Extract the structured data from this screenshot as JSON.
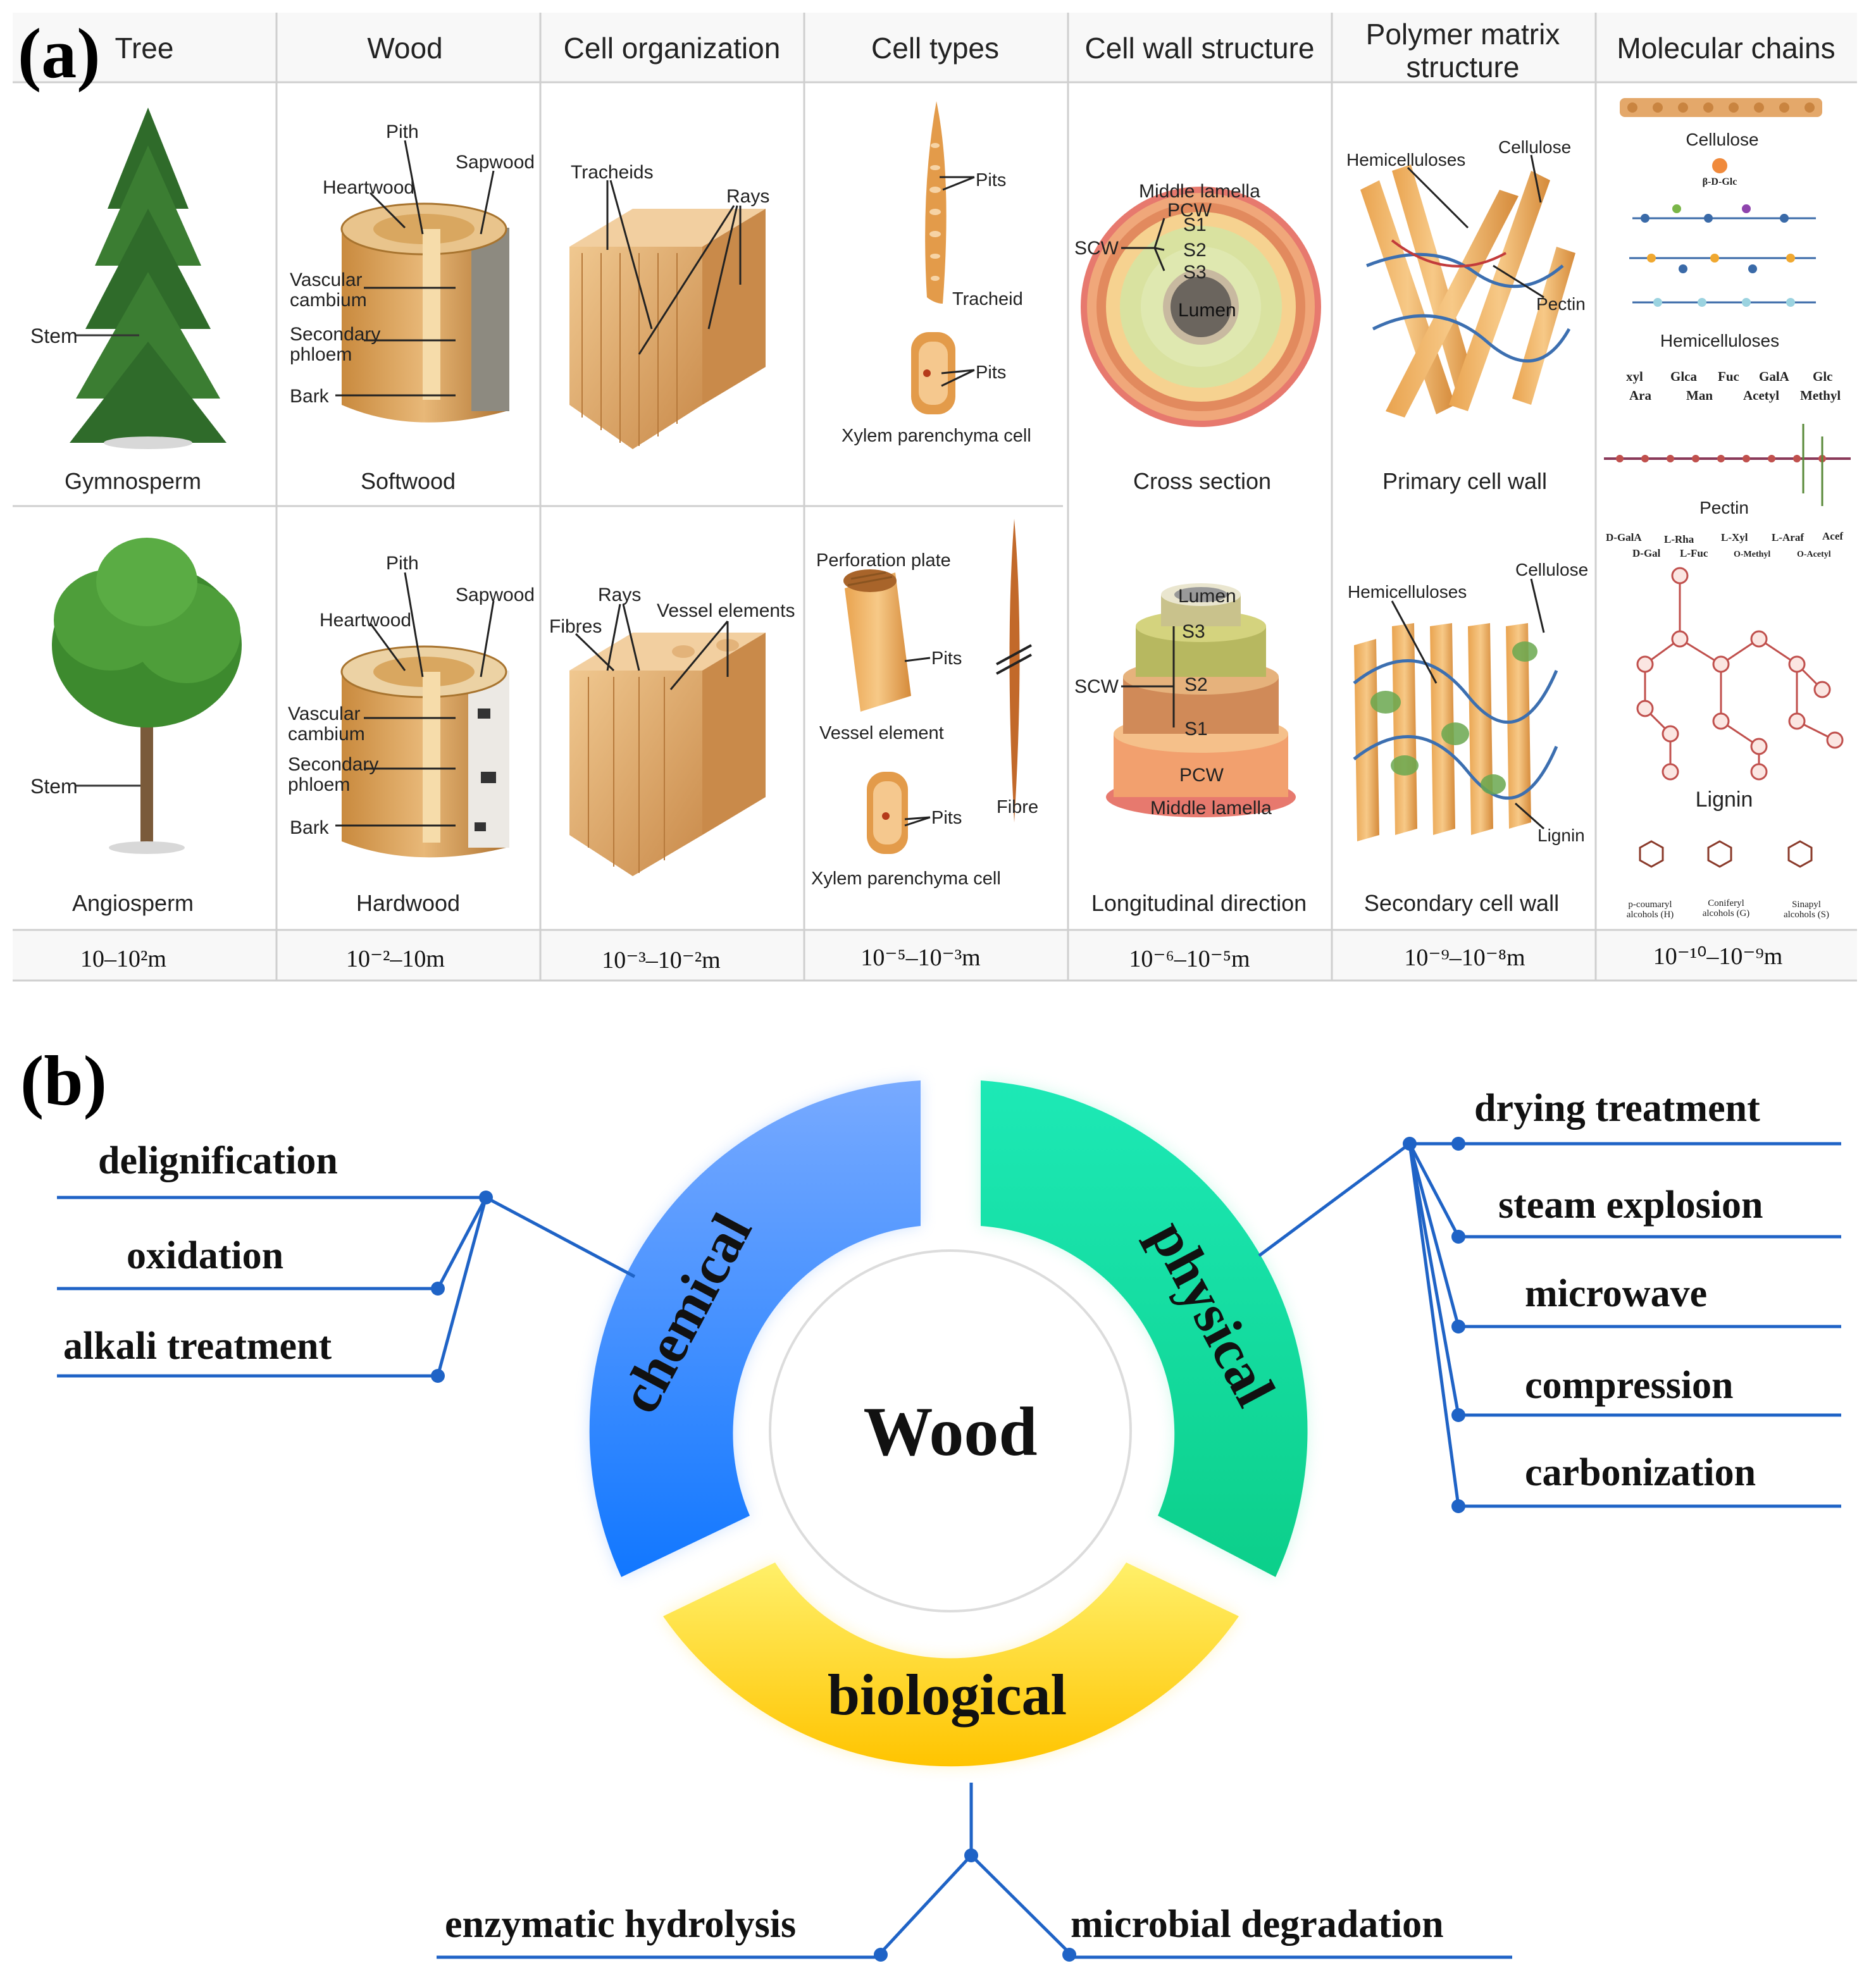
{
  "panel_a": {
    "label": "(a)",
    "columns": [
      {
        "header": "Tree",
        "top_caption": "Gymnosperm",
        "bottom_caption": "Angiosperm",
        "scale": "10–10²m"
      },
      {
        "header": "Wood",
        "top_caption": "Softwood",
        "bottom_caption": "Hardwood",
        "scale": "10⁻²–10m"
      },
      {
        "header": "Cell organization",
        "scale": "10⁻³–10⁻²m"
      },
      {
        "header": "Cell types",
        "scale": "10⁻⁵–10⁻³m"
      },
      {
        "header": "Cell wall structure",
        "top_caption": "Cross section",
        "bottom_caption": "Longitudinal direction",
        "scale": "10⁻⁶–10⁻⁵m"
      },
      {
        "header_line1": "Polymer matrix",
        "header_line2": "structure",
        "top_caption": "Primary cell wall",
        "bottom_caption": "Secondary cell wall",
        "scale": "10⁻⁹–10⁻⁸m"
      },
      {
        "header": "Molecular chains",
        "scale": "10⁻¹⁰–10⁻⁹m"
      }
    ],
    "labels": {
      "stem": "Stem",
      "pith": "Pith",
      "heartwood": "Heartwood",
      "sapwood": "Sapwood",
      "vascular_1": "Vascular",
      "vascular_2": "cambium",
      "secondary_1": "Secondary",
      "secondary_2": "phloem",
      "bark": "Bark",
      "tracheids": "Tracheids",
      "rays": "Rays",
      "fibres": "Fibres",
      "vessel_elements": "Vessel elements",
      "pits": "Pits",
      "tracheid": "Tracheid",
      "xylem_parenchyma": "Xylem parenchyma cell",
      "perforation_plate": "Perforation plate",
      "vessel_element": "Vessel element",
      "fibre": "Fibre",
      "middle_lamella": "Middle lamella",
      "pcw": "PCW",
      "s1": "S1",
      "s2": "S2",
      "s3": "S3",
      "scw": "SCW",
      "lumen": "Lumen",
      "hemicelluloses": "Hemicelluloses",
      "cellulose": "Cellulose",
      "pectin": "Pectin",
      "lignin": "Lignin",
      "beta_d_glc": "β-D-Glc"
    },
    "hemi_legend_row1": [
      "xyl",
      "Glca",
      "Fuc",
      "GalA",
      "Glc"
    ],
    "hemi_legend_row2": [
      "Ara",
      "Man",
      "Acetyl",
      "Methyl"
    ],
    "pectin_legend_row1": [
      "D-GalA",
      "L-Rha",
      "L-Xyl",
      "L-Araf",
      "Acef"
    ],
    "pectin_legend_row2": [
      "D-Gal",
      "L-Fuc",
      "O-Methyl",
      "O-Acetyl"
    ],
    "monolignols": [
      {
        "l1": "p-coumaryl",
        "l2": "alcohols (H)"
      },
      {
        "l1": "Coniferyl",
        "l2": "alcohols (G)"
      },
      {
        "l1": "Sinapyl",
        "l2": "alcohols (S)"
      }
    ]
  },
  "panel_b": {
    "label": "(b)",
    "center": "Wood",
    "segments": {
      "chemical": "chemical",
      "physical": "physical",
      "biological": "biological"
    },
    "chemical_items": [
      "delignification",
      "oxidation",
      "alkali treatment"
    ],
    "physical_items": [
      "drying treatment",
      "steam explosion",
      "microwave",
      "compression",
      "carbonization"
    ],
    "biological_items": [
      "enzymatic hydrolysis",
      "microbial degradation"
    ],
    "colors": {
      "chemical_top": "#78aaff",
      "chemical_bottom": "#1177ff",
      "physical_top": "#1de9b6",
      "physical_bottom": "#0ccf8a",
      "biological_outer": "#fff06a",
      "biological_inner": "#ffc400",
      "leader": "#1f63c6"
    }
  }
}
